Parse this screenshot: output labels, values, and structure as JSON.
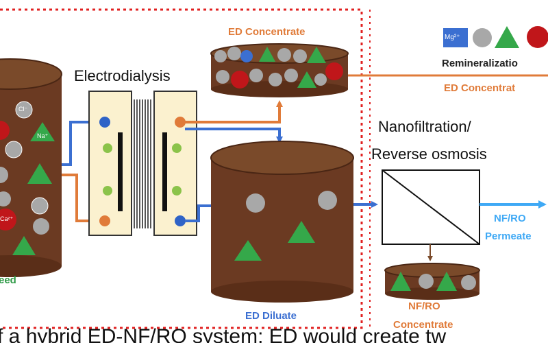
{
  "title_fragment": "",
  "labels": {
    "ed_concentrate_top": "ED Concentrate",
    "electrodialysis": "Electrodialysis",
    "remineralization": "Remineralizatio",
    "ed_concentrate_right": "ED Concentrat",
    "nanofiltration": "Nanofiltration/",
    "reverse_osmosis": "Reverse osmosis",
    "nf_ro_permeate_1": "NF/RO",
    "nf_ro_permeate_2": "Permeate",
    "feed": "eed",
    "ed_diluate": "ED Diluate",
    "nf_ro_concentrate_1": "NF/RO",
    "nf_ro_concentrate_2": "Concentrate"
  },
  "ions": {
    "cl": "Cl⁻",
    "na": "Na⁺",
    "ca": "Ca²⁺",
    "mg": "Mg²⁺"
  },
  "caption": "f a hybrid ED-NF/RO system: ED would create tw",
  "colors": {
    "orange": "#e07b39",
    "blue": "#3b6fd1",
    "light_blue": "#3fa9f5",
    "red_dotted_border": "#e02020",
    "tank_brown": "#6b3a22",
    "cell_cream": "#fbf1cf",
    "na_green": "#35a84a",
    "cl_gray": "#a8a8a8",
    "ca_red": "#c0161a",
    "mg_blue": "#3b6fd1"
  }
}
